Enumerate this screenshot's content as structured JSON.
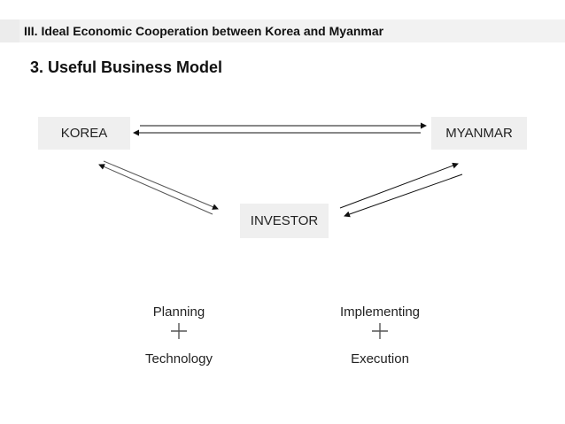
{
  "header": {
    "title": "III. Ideal Economic Cooperation between Korea and Myanmar"
  },
  "section": {
    "title": "3. Useful Business Model"
  },
  "nodes": {
    "korea": "KOREA",
    "myanmar": "MYANMAR",
    "investor": "INVESTOR"
  },
  "left_column": {
    "top": "Planning",
    "bottom": "Technology"
  },
  "right_column": {
    "top": "Implementing",
    "bottom": "Execution"
  },
  "colors": {
    "header_bg": "#f2f2f2",
    "box_bg": "#efefef",
    "arrow": "#111111"
  }
}
